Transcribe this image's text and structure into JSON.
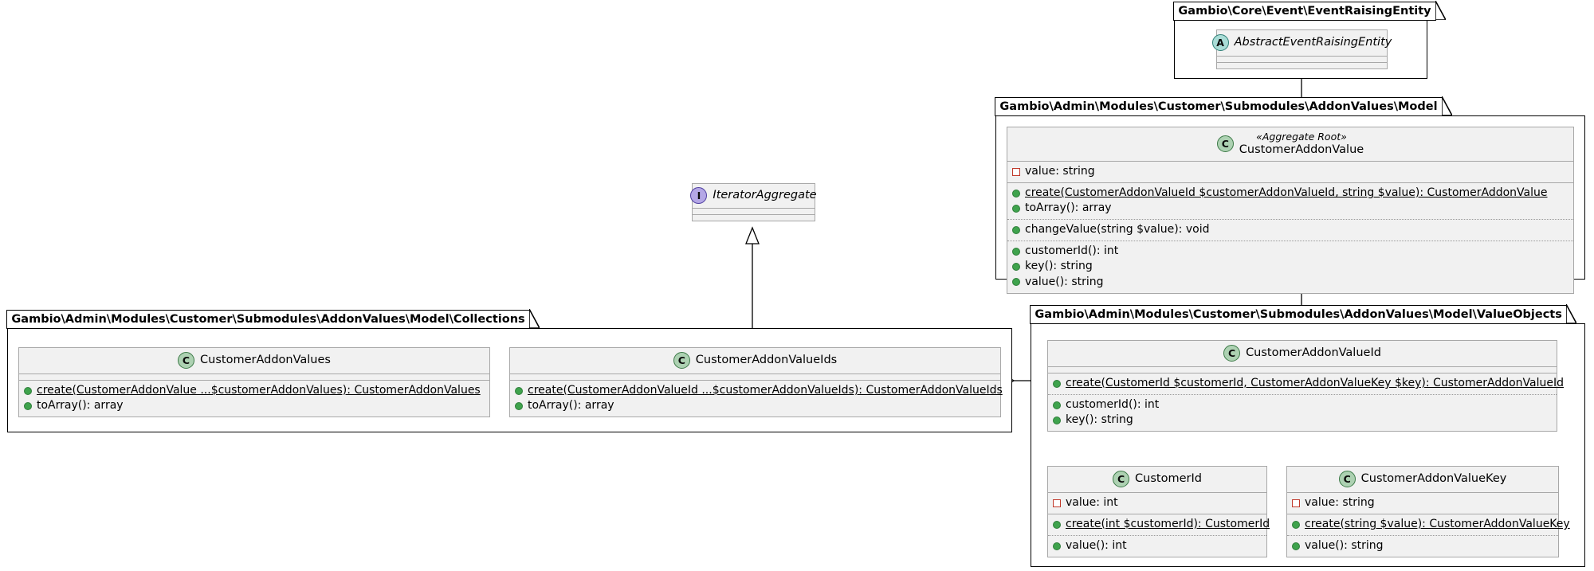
{
  "diagram": {
    "type": "uml-class-diagram",
    "title": "Gambio Customer AddonValues model class diagram"
  },
  "packages": [
    {
      "id": "pkg-event",
      "label": "Gambio\\Core\\Event\\EventRaisingEntity"
    },
    {
      "id": "pkg-model",
      "label": "Gambio\\Admin\\Modules\\Customer\\Submodules\\AddonValues\\Model"
    },
    {
      "id": "pkg-valueobjects",
      "label": "Gambio\\Admin\\Modules\\Customer\\Submodules\\AddonValues\\Model\\ValueObjects"
    },
    {
      "id": "pkg-collections",
      "label": "Gambio\\Admin\\Modules\\Customer\\Submodules\\AddonValues\\Model\\Collections"
    }
  ],
  "classes": {
    "abstract_event_raising_entity": {
      "badge": "A",
      "badge_name": "abstract-class-icon",
      "stereotype": "",
      "name": "AbstractEventRaisingEntity",
      "italic": true,
      "compartments": []
    },
    "iterator_aggregate": {
      "badge": "I",
      "badge_name": "interface-icon",
      "stereotype": "",
      "name": "IteratorAggregate",
      "italic": true,
      "compartments": []
    },
    "customer_addon_value": {
      "badge": "C",
      "badge_name": "class-icon",
      "stereotype": "«Aggregate Root»",
      "name": "CustomerAddonValue",
      "italic": false,
      "compartments": [
        {
          "members": [
            {
              "vis": "private",
              "text": "value: string",
              "static": false
            }
          ]
        },
        {
          "members": [
            {
              "vis": "public",
              "text": "create(CustomerAddonValueId $customerAddonValueId, string $value): CustomerAddonValue",
              "static": true
            },
            {
              "vis": "public",
              "text": "toArray(): array",
              "static": false
            }
          ]
        },
        {
          "members": [
            {
              "vis": "public",
              "text": "changeValue(string $value): void",
              "static": false
            }
          ]
        },
        {
          "members": [
            {
              "vis": "public",
              "text": "customerId(): int",
              "static": false
            },
            {
              "vis": "public",
              "text": "key(): string",
              "static": false
            },
            {
              "vis": "public",
              "text": "value(): string",
              "static": false
            }
          ]
        }
      ]
    },
    "customer_addon_value_id": {
      "badge": "C",
      "badge_name": "class-icon",
      "stereotype": "",
      "name": "CustomerAddonValueId",
      "italic": false,
      "compartments": [
        {
          "members": [
            {
              "vis": "public",
              "text": "create(CustomerId $customerId, CustomerAddonValueKey $key): CustomerAddonValueId",
              "static": true
            }
          ]
        },
        {
          "members": [
            {
              "vis": "public",
              "text": "customerId(): int",
              "static": false
            },
            {
              "vis": "public",
              "text": "key(): string",
              "static": false
            }
          ]
        }
      ]
    },
    "customer_id": {
      "badge": "C",
      "badge_name": "class-icon",
      "stereotype": "",
      "name": "CustomerId",
      "italic": false,
      "compartments": [
        {
          "members": [
            {
              "vis": "private",
              "text": "value: int",
              "static": false
            }
          ]
        },
        {
          "members": [
            {
              "vis": "public",
              "text": "create(int $customerId): CustomerId",
              "static": true
            }
          ]
        },
        {
          "members": [
            {
              "vis": "public",
              "text": "value(): int",
              "static": false
            }
          ]
        }
      ]
    },
    "customer_addon_value_key": {
      "badge": "C",
      "badge_name": "class-icon",
      "stereotype": "",
      "name": "CustomerAddonValueKey",
      "italic": false,
      "compartments": [
        {
          "members": [
            {
              "vis": "private",
              "text": "value: string",
              "static": false
            }
          ]
        },
        {
          "members": [
            {
              "vis": "public",
              "text": "create(string $value): CustomerAddonValueKey",
              "static": true
            }
          ]
        },
        {
          "members": [
            {
              "vis": "public",
              "text": "value(): string",
              "static": false
            }
          ]
        }
      ]
    },
    "customer_addon_values": {
      "badge": "C",
      "badge_name": "class-icon",
      "stereotype": "",
      "name": "CustomerAddonValues",
      "italic": false,
      "compartments": [
        {
          "members": [
            {
              "vis": "public",
              "text": "create(CustomerAddonValue ...$customerAddonValues): CustomerAddonValues",
              "static": true
            },
            {
              "vis": "public",
              "text": "toArray(): array",
              "static": false
            }
          ]
        }
      ]
    },
    "customer_addon_value_ids": {
      "badge": "C",
      "badge_name": "class-icon",
      "stereotype": "",
      "name": "CustomerAddonValueIds",
      "italic": false,
      "compartments": [
        {
          "members": [
            {
              "vis": "public",
              "text": "create(CustomerAddonValueId ...$customerAddonValueIds): CustomerAddonValueIds",
              "static": true
            },
            {
              "vis": "public",
              "text": "toArray(): array",
              "static": false
            }
          ]
        }
      ]
    }
  },
  "relationships": [
    {
      "from": "CustomerAddonValue",
      "to": "AbstractEventRaisingEntity",
      "kind": "generalization"
    },
    {
      "from": "CustomerAddonValueIds",
      "to": "IteratorAggregate",
      "kind": "generalization"
    },
    {
      "from": "CustomerAddonValue",
      "to": "CustomerAddonValueId",
      "kind": "composition"
    },
    {
      "from": "CustomerAddonValueIds",
      "to": "CustomerAddonValueId",
      "kind": "aggregation"
    },
    {
      "from": "CustomerAddonValueId",
      "to": "CustomerId",
      "kind": "composition"
    },
    {
      "from": "CustomerAddonValueId",
      "to": "CustomerAddonValueKey",
      "kind": "composition"
    }
  ],
  "colors": {
    "class_fill": "#f1f1f1",
    "class_border": "#a8a8a8",
    "package_border": "#000000",
    "public_marker": "#3fa34d",
    "private_marker": "#c0392b",
    "class_badge": "#add1b2",
    "interface_badge": "#b4a7e6",
    "abstract_badge": "#a9dcd6"
  }
}
